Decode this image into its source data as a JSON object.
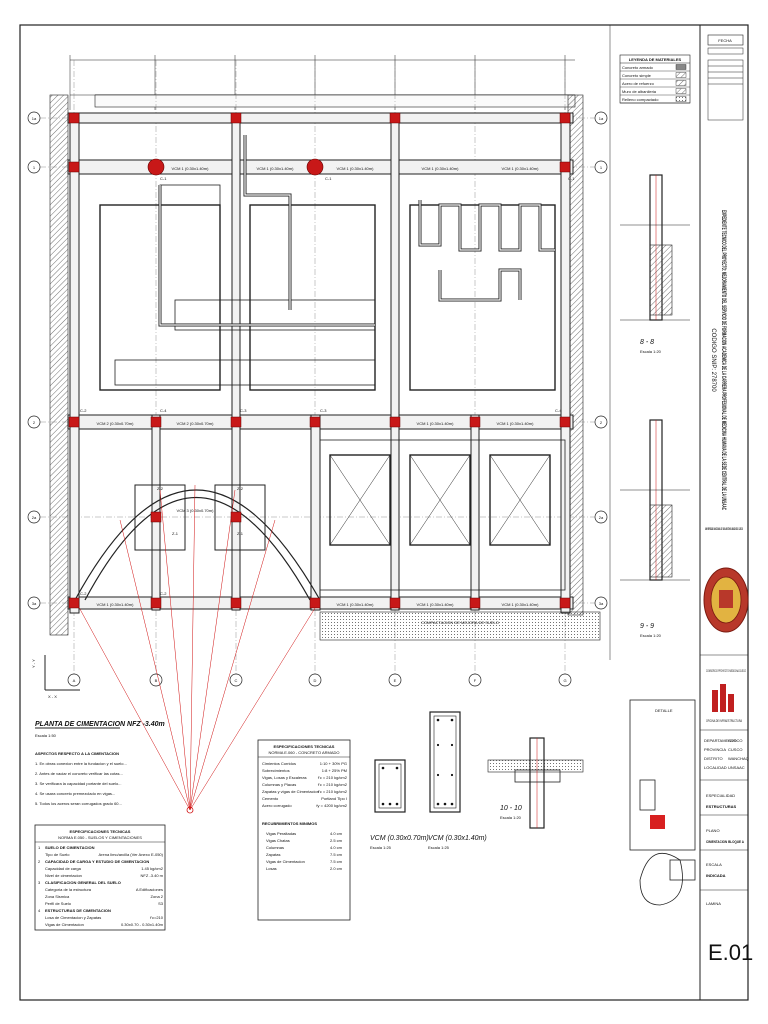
{
  "sheet": {
    "drawing_number": "E.01",
    "frame_label_top": "DETALLE"
  },
  "plan": {
    "title": "PLANTA DE CIMENTACION NFZ -3.40m",
    "scale": "Escala 1:50",
    "axes_rows": [
      "1a",
      "1",
      "2",
      "2a",
      "3a"
    ],
    "axes_cols": [
      "A",
      "B",
      "C",
      "D",
      "E",
      "F",
      "G"
    ],
    "column_tags": [
      "C-1",
      "C-1",
      "C-1",
      "C-2",
      "C-4",
      "C-3",
      "C-3",
      "C-4",
      "C-2",
      "C-2"
    ],
    "beam_labels_top": [
      "VCM 1 (0.30x1.40m)",
      "VCM 1 (0.30x1.40m)",
      "VCM 1 (0.30x1.40m)",
      "VCM 1 (0.30x1.40m)",
      "VCM 1 (0.30x1.40m)"
    ],
    "beam_labels_mid": [
      "VCM 2 (0.30x0.70m)",
      "VCM 2 (0.30x0.70m)",
      "VCM 1 (0.30x1.40m)",
      "VCM 1 (0.30x1.40m)"
    ],
    "beam_labels_bottom": [
      "VCM 1 (0.30x1.40m)",
      "VCM 1 (0.30x1.40m)",
      "VCM 1 (0.30x1.40m)",
      "VCM 1 (0.30x1.40m)"
    ],
    "arc_label": "VCM 3 (0.30x0.70m)",
    "zapata_labels": [
      "Z-1",
      "Z-1",
      "Z-2",
      "Z-2"
    ],
    "section_marks": [
      "8",
      "9",
      "10"
    ],
    "axis_xy": [
      "Y - Y",
      "X - X"
    ],
    "bottom_strip_label": "COMPACTACION DE MEJORA DE SUELO"
  },
  "notes_block": {
    "title": "ASPECTOS RESPECTO A LA CIMENTACION",
    "lines": [
      "1. En obras conexion entre la fundacion y el suelo...",
      "2. Antes de vaciar el concreto verificar las cotas...",
      "3. Se verificara la capacidad portante del suelo...",
      "4. Se usara concreto premezclado en vigas...",
      "5. Todos los aceros seran corrugados grado 60..."
    ]
  },
  "specs_table_left": {
    "title": "ESPECIFICACIONES TECNICAS",
    "subtitle": "NORMA E.050 - SUELOS Y CIMENTACIONES",
    "rows": [
      [
        "1",
        "SUELO DE CIMENTACION",
        ""
      ],
      [
        "",
        "Tipo de Suelo",
        "Arena limo/arcilla (Ver Anexo E-050)"
      ],
      [
        "2",
        "CAPACIDAD DE CARGA Y ESTUDIO DE CIMENTACION",
        ""
      ],
      [
        "",
        "Capacidad de carga",
        "1.45 kg/cm2"
      ],
      [
        "",
        "Nivel de cimentacion",
        "NFZ -3.40 m"
      ],
      [
        "3",
        "CLASIFICACION GENERAL DEL SUELO",
        ""
      ],
      [
        "",
        "Categoria de la estructura",
        "A Edificaciones"
      ],
      [
        "",
        "Zona Sismica",
        "Zona 2"
      ],
      [
        "",
        "Perfil de Suelo",
        "S3"
      ],
      [
        "4",
        "ESTRUCTURAS DE CIMENTACION",
        ""
      ],
      [
        "",
        "Losa de Cimentacion y Zapatas",
        "f'c=210"
      ],
      [
        "",
        "Vigas de Cimentacion",
        "0.30x0.70 - 0.30x1.40m"
      ]
    ]
  },
  "specs_table_mid": {
    "title": "ESPECIFICACIONES TECNICAS",
    "subtitle": "NORMA E.060 - CONCRETO ARMADO",
    "rows": [
      [
        "Cimientos Corridos",
        "1:10 + 30% PG"
      ],
      [
        "Sobrecimientos",
        "1:8 + 25% PM"
      ],
      [
        "Vigas, Losas y Escaleras",
        "f'c = 210 kg/cm2"
      ],
      [
        "Columnas y Placas",
        "f'c = 210 kg/cm2"
      ],
      [
        "Zapatas y vigas de Cimentacion",
        "f'c = 210 kg/cm2"
      ],
      [
        "Cemento",
        "Portland Tipo I"
      ],
      [
        "Acero corrugado",
        "fy = 4200 kg/cm2"
      ]
    ],
    "rec_title": "RECUBRIMIENTOS MINIMOS",
    "rec_rows": [
      [
        "Vigas Peraltadas",
        "4.0 cm"
      ],
      [
        "Vigas Chatas",
        "2.5 cm"
      ],
      [
        "Columnas",
        "4.0 cm"
      ],
      [
        "Zapatas",
        "7.5 cm"
      ],
      [
        "Vigas de Cimentacion",
        "7.5 cm"
      ],
      [
        "Losas",
        "2.0 cm"
      ]
    ]
  },
  "section_details": {
    "beam1_title": "VCM (0.30x0.70m)",
    "beam1_scale": "Escala 1:25",
    "beam2_title": "VCM (0.30x1.40m)",
    "beam2_scale": "Escala 1:25",
    "sec8": "8 - 8",
    "sec9": "9 - 9",
    "sec10": "10 - 10",
    "sec_scale": "Escala 1:20"
  },
  "legend_table": {
    "title": "LEYENDA DE MATERIALES",
    "rows": [
      "Concreto armado",
      "Concreto simple",
      "Acero de refuerzo",
      "Muro de albanileria",
      "Relleno compactado"
    ]
  },
  "title_block": {
    "header_small": "FECHA",
    "project": "EXPEDIENTE TECNICO DEL PROYECTO: MEJORAMIENTO DEL SERVICIO DE FORMACION ACADEMICA DE LA CARRERA PROFESIONAL DE MEDICINA HUMANA DE LA SEDE CENTRAL DE LA UNSAAC",
    "snip": "CODIGO SNIP: 278700",
    "university": "UNIVERSIDAD NACIONAL DE SAN ANTONIO ABAD DEL CUSCO",
    "designers": "CONSORCIO PROYECTO MEDICINA CUSCO",
    "firm": "OFICINA DE INFRAESTRUCTURA",
    "location_labels": [
      "DEPARTAMENTO",
      "PROVINCIA",
      "DISTRITO",
      "LOCALIDAD"
    ],
    "location_values": [
      "CUSCO",
      "CUSCO",
      "WANCHAQ",
      "UNSAAC"
    ],
    "specialty_label": "ESPECIALIDAD",
    "specialty": "ESTRUCTURAS",
    "plano_label": "PLANO",
    "plano": "CIMENTACION BLOQUE A",
    "scale_label": "ESCALA",
    "scale": "INDICADA",
    "sheet_label": "LAMINA"
  }
}
